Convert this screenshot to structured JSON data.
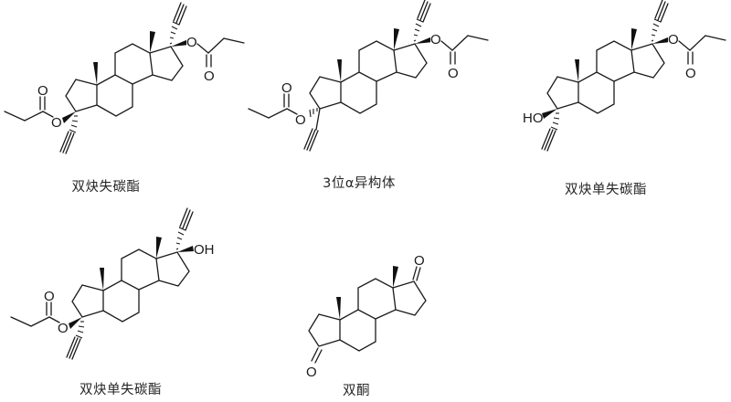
{
  "figure": {
    "description": "Steroid-like skeletal structures of five compounds",
    "colors": {
      "bond": "#1a1a1a",
      "background": "#ffffff",
      "label_text": "#262626"
    }
  },
  "compounds": [
    {
      "id": 1,
      "name": "双炔失碳酯",
      "position_3": {
        "ester": "propionate (wedge)",
        "alkyne": "ethynyl (hash)"
      },
      "position_17": {
        "ester": "propionate (wedge)",
        "alkyne": "ethynyl (hash)"
      },
      "atom_labels": [
        "O",
        "O",
        "O",
        "O"
      ]
    },
    {
      "id": 2,
      "name": "3位α异构体",
      "position_3": {
        "ester": "propionate (hash)",
        "alkyne": "ethynyl (plain)"
      },
      "position_17": {
        "ester": "propionate (wedge)",
        "alkyne": "ethynyl (hash)"
      },
      "atom_labels": [
        "O",
        "O",
        "O",
        "O"
      ]
    },
    {
      "id": 3,
      "name": "双炔单失碳酯",
      "position_3": {
        "substituent": "HO (wedge)",
        "alkyne": "ethynyl (hash)"
      },
      "position_17": {
        "ester": "propionate (wedge)",
        "alkyne": "ethynyl (hash)"
      },
      "atom_labels": [
        "HO",
        "O",
        "O"
      ]
    },
    {
      "id": 4,
      "name": "双炔单失碳酯",
      "position_3": {
        "ester": "propionate (wedge)",
        "alkyne": "ethynyl (hash)"
      },
      "position_17": {
        "substituent": "OH (wedge)",
        "alkyne": "ethynyl (hash)"
      },
      "atom_labels": [
        "OH",
        "O",
        "O"
      ]
    },
    {
      "id": 5,
      "name": "双酮",
      "position_3": {
        "substituent": "=O (ketone)"
      },
      "position_17": {
        "substituent": "=O (ketone)"
      },
      "atom_labels": [
        "O",
        "O"
      ]
    }
  ],
  "atoms": {
    "O": "O",
    "HO": "HO",
    "OH": "OH"
  }
}
